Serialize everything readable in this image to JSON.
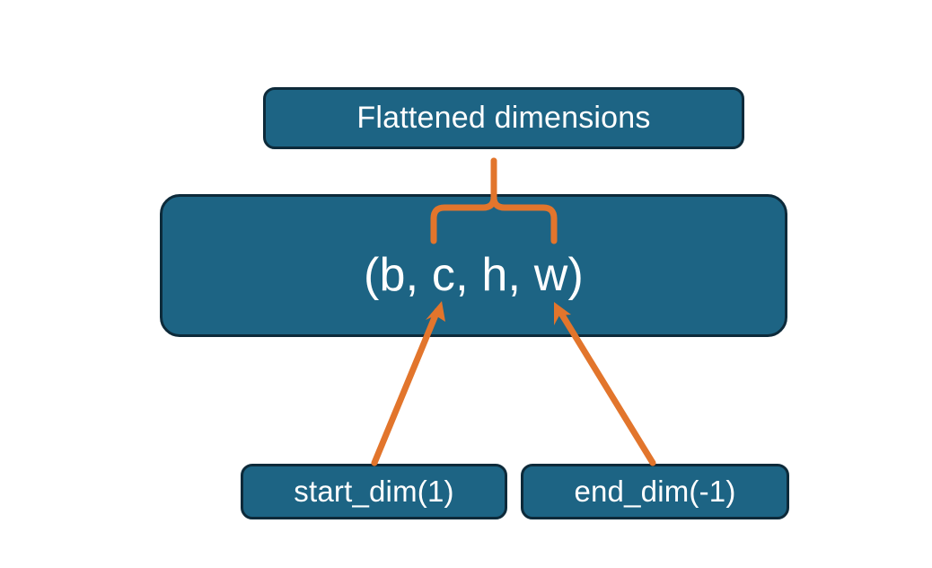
{
  "diagram": {
    "title_node": "Flattened dimensions",
    "shape_node": "(b, c, h, w)",
    "start_node": "start_dim(1)",
    "end_node": "end_dim(-1)",
    "colors": {
      "node_fill": "#1d6484",
      "node_border": "#0d2a3a",
      "node_text": "#ffffff",
      "connector": "#e2752c",
      "background": "#ffffff"
    },
    "connectors": [
      {
        "name": "brace-to-flattened",
        "type": "curly-brace",
        "from": "shape_node dims c,h,w",
        "to": "title_node"
      },
      {
        "name": "arrow-start-dim",
        "type": "arrow",
        "from": "start_node",
        "to": "shape_node dim c"
      },
      {
        "name": "arrow-end-dim",
        "type": "arrow",
        "from": "end_node",
        "to": "shape_node dim w"
      }
    ]
  }
}
